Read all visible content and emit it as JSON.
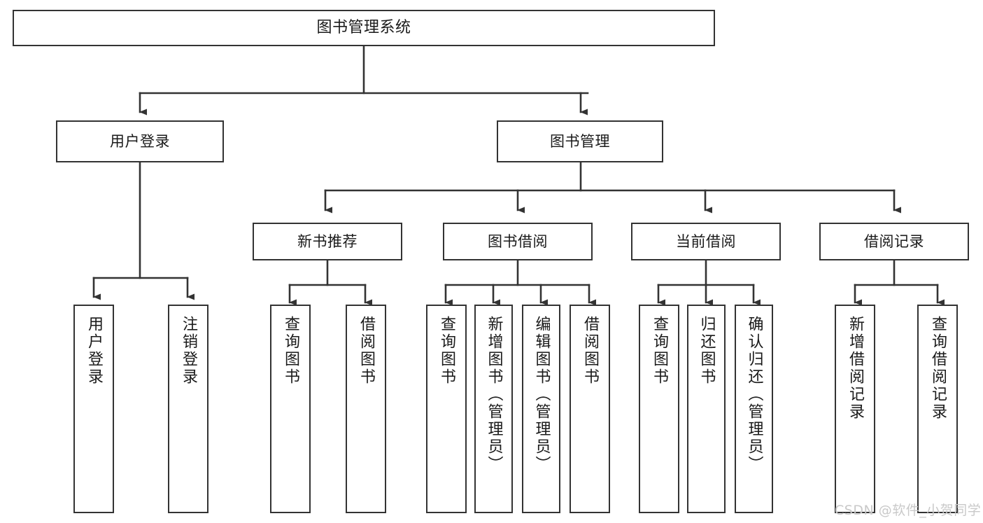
{
  "diagram": {
    "title": "图书管理系统",
    "type": "功能结构图",
    "stroke_color": "#333333",
    "fill_color": "#ffffff",
    "background": "#ffffff"
  },
  "root": {
    "label": "图书管理系统"
  },
  "level1": [
    {
      "id": "user-login",
      "label": "用户登录"
    },
    {
      "id": "book-manage",
      "label": "图书管理"
    }
  ],
  "level2": [
    {
      "id": "new-book-recommend",
      "label": "新书推荐",
      "parent": "book-manage"
    },
    {
      "id": "book-borrow",
      "label": "图书借阅",
      "parent": "book-manage"
    },
    {
      "id": "current-borrow",
      "label": "当前借阅",
      "parent": "book-manage"
    },
    {
      "id": "borrow-record",
      "label": "借阅记录",
      "parent": "book-manage"
    }
  ],
  "leaves": [
    {
      "id": "leaf-user-login",
      "label": "用户登录",
      "parent": "user-login"
    },
    {
      "id": "leaf-user-logout",
      "label": "注销登录",
      "parent": "user-login"
    },
    {
      "id": "leaf-query-book-1",
      "label": "查询图书",
      "parent": "new-book-recommend"
    },
    {
      "id": "leaf-borrow-book-1",
      "label": "借阅图书",
      "parent": "new-book-recommend"
    },
    {
      "id": "leaf-query-book-2",
      "label": "查询图书",
      "parent": "book-borrow"
    },
    {
      "id": "leaf-add-book",
      "label": "新增图书（管理员）",
      "parent": "book-borrow"
    },
    {
      "id": "leaf-edit-book",
      "label": "编辑图书（管理员）",
      "parent": "book-borrow"
    },
    {
      "id": "leaf-borrow-book-2",
      "label": "借阅图书",
      "parent": "book-borrow"
    },
    {
      "id": "leaf-query-book-3",
      "label": "查询图书",
      "parent": "current-borrow"
    },
    {
      "id": "leaf-return-book",
      "label": "归还图书",
      "parent": "current-borrow"
    },
    {
      "id": "leaf-confirm-return",
      "label": "确认归还（管理员）",
      "parent": "current-borrow"
    },
    {
      "id": "leaf-add-record",
      "label": "新增借阅记录",
      "parent": "borrow-record"
    },
    {
      "id": "leaf-query-record",
      "label": "查询借阅记录",
      "parent": "borrow-record"
    }
  ],
  "watermark": {
    "text": "CSDN @软件_小贺同学"
  }
}
